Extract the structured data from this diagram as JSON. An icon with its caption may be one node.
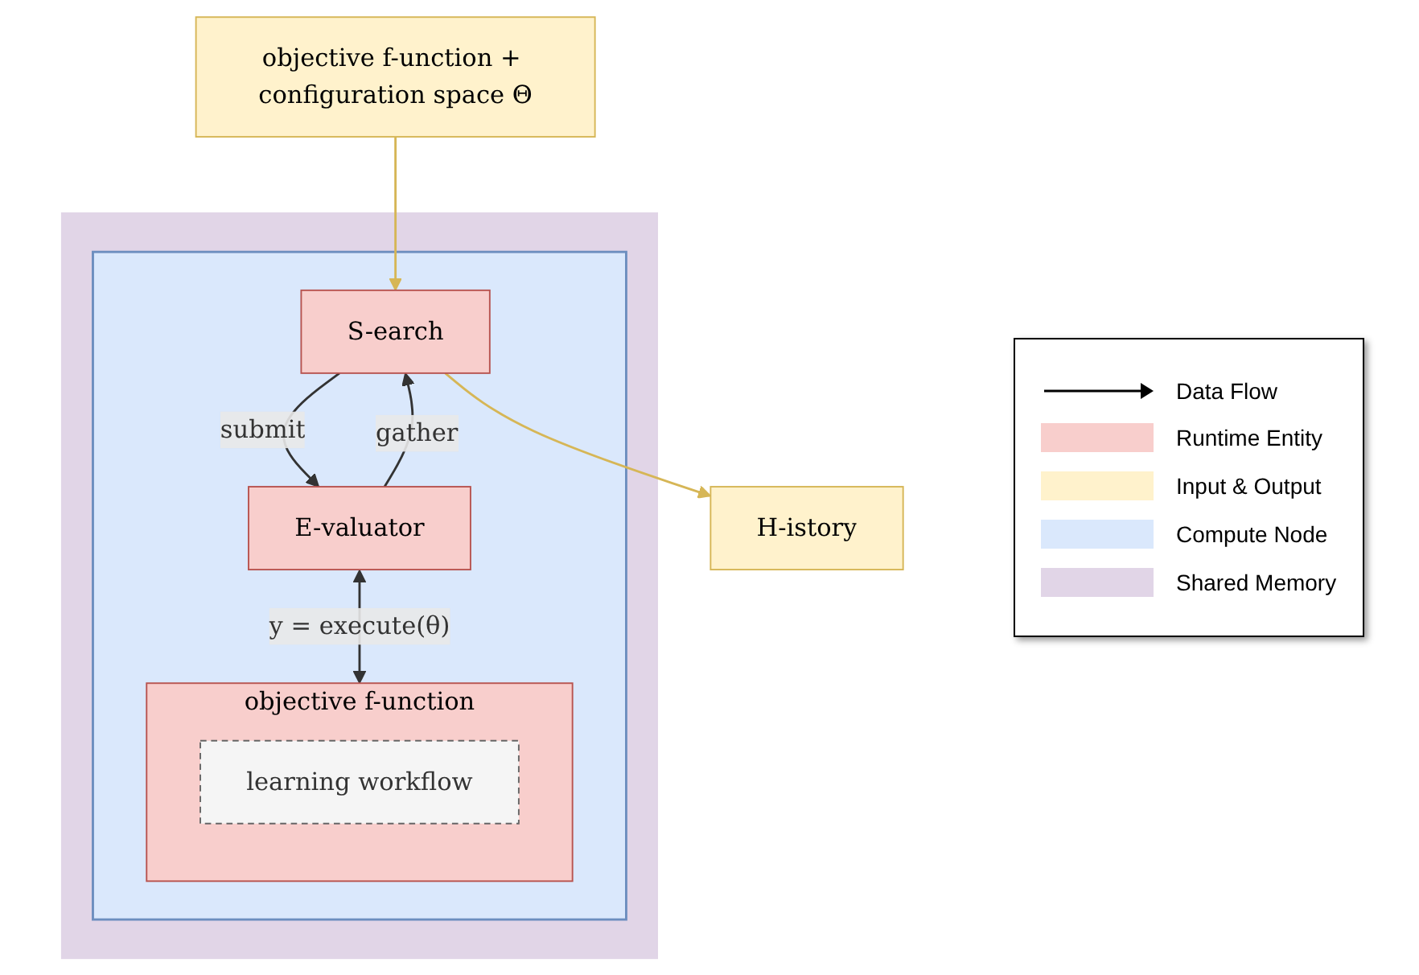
{
  "diagram": {
    "nodes": [
      {
        "text": [
          "objective f-unction + configuration space Θ"
        ]
      },
      {
        "text": [
          "H-istory"
        ]
      },
      {
        "text": [],
        "shape": "box"
      },
      {
        "text": [],
        "shape": "box",
        "in": 2
      },
      {
        "text": [
          "S-earch"
        ],
        "in": 3
      },
      {
        "text": [
          "E-valuator"
        ],
        "in": 3
      },
      {
        "text": [
          "objective f-unction"
        ],
        "in": 3
      },
      {
        "text": [
          "learning workflow"
        ],
        "in": 6
      }
    ],
    "edges": [
      {
        "from": 0,
        "to": 4,
        "arrow": "to",
        "color": "#d6b656"
      },
      {
        "from": 4,
        "to": 1,
        "arrow": "to",
        "color": "#d6b656"
      },
      {
        "from": 4,
        "to": 5,
        "label": "submit",
        "arrow": "to"
      },
      {
        "from": 5,
        "to": 4,
        "label": "gather",
        "arrow": "to"
      },
      {
        "from": 5,
        "to": 6,
        "label": "y = execute(θ)",
        "arrow": "both"
      }
    ],
    "legend": [
      {
        "text": "Data Flow"
      },
      {
        "text": "Runtime Entity",
        "color": "#f8cecc"
      },
      {
        "text": "Input & Output",
        "color": "#fff2cc"
      },
      {
        "text": "Compute Node",
        "color": "#dae8fc"
      },
      {
        "text": "Shared Memory",
        "color": "#e1d5e7"
      }
    ]
  }
}
